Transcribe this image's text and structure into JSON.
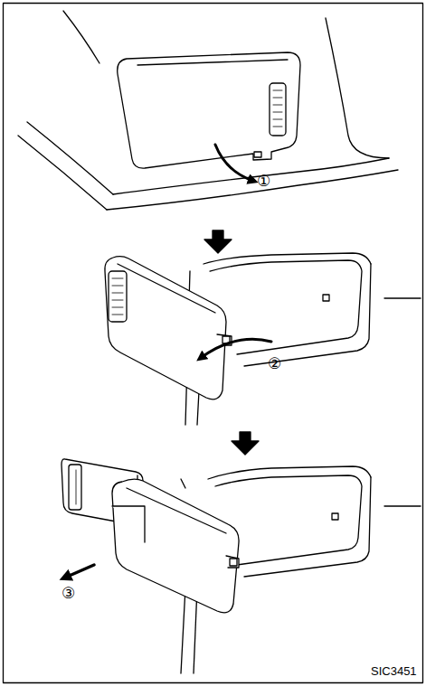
{
  "diagram": {
    "labels": [
      "①",
      "②",
      "③",
      "SIC3451"
    ]
  }
}
